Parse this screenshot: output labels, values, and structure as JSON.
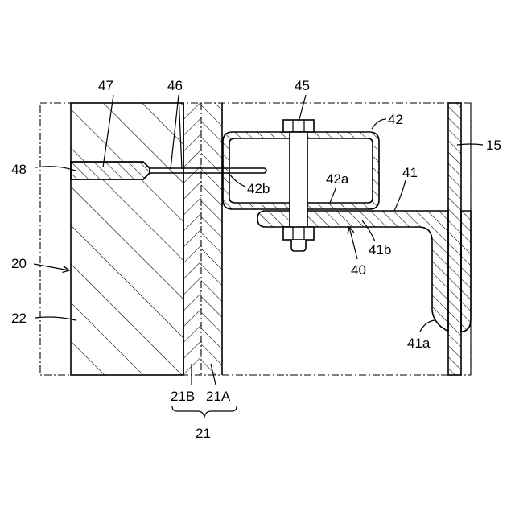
{
  "labels": {
    "l47": "47",
    "l46": "46",
    "l45": "45",
    "l42": "42",
    "l48": "48",
    "l42a": "42a",
    "l41": "41",
    "l42b": "42b",
    "l15": "15",
    "l41b": "41b",
    "l40": "40",
    "l20": "20",
    "l22": "22",
    "l41a": "41a",
    "l21B": "21B",
    "l21A": "21A",
    "l21": "21"
  },
  "colors": {
    "line": "#000000",
    "background": "#ffffff"
  }
}
